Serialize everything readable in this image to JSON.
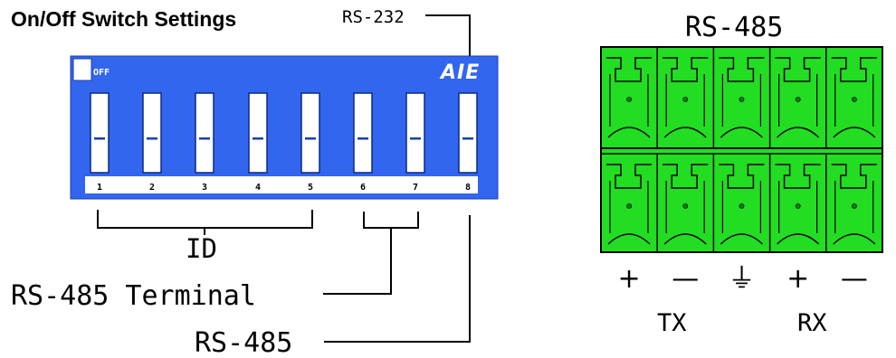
{
  "diagram": {
    "title": "On/Off Switch Settings",
    "dip_switch": {
      "off_label": "OFF",
      "brand_mark": "AIE",
      "colors": {
        "body": "#3366ee",
        "label_strip": "#ffffff",
        "slot": "#ffffff",
        "pointer": "#1a3fb0"
      },
      "positions": [
        {
          "number": "1",
          "state": "off"
        },
        {
          "number": "2",
          "state": "off"
        },
        {
          "number": "3",
          "state": "off"
        },
        {
          "number": "4",
          "state": "off"
        },
        {
          "number": "5",
          "state": "off"
        },
        {
          "number": "6",
          "state": "off"
        },
        {
          "number": "7",
          "state": "off"
        },
        {
          "number": "8",
          "state": "off"
        }
      ]
    },
    "labels": {
      "rs232": "RS-232",
      "id": "ID",
      "rs485_terminal": "RS-485 Terminal",
      "rs485_mode": "RS-485"
    },
    "terminal_block": {
      "title": "RS-485",
      "colors": {
        "body": "#22dd22",
        "outline": "#1a8a1a"
      },
      "rows": 2,
      "columns": 5,
      "pin_symbols": [
        "+",
        "—",
        "⏚",
        "+",
        "—"
      ],
      "group_labels": [
        "TX",
        "RX"
      ]
    }
  }
}
